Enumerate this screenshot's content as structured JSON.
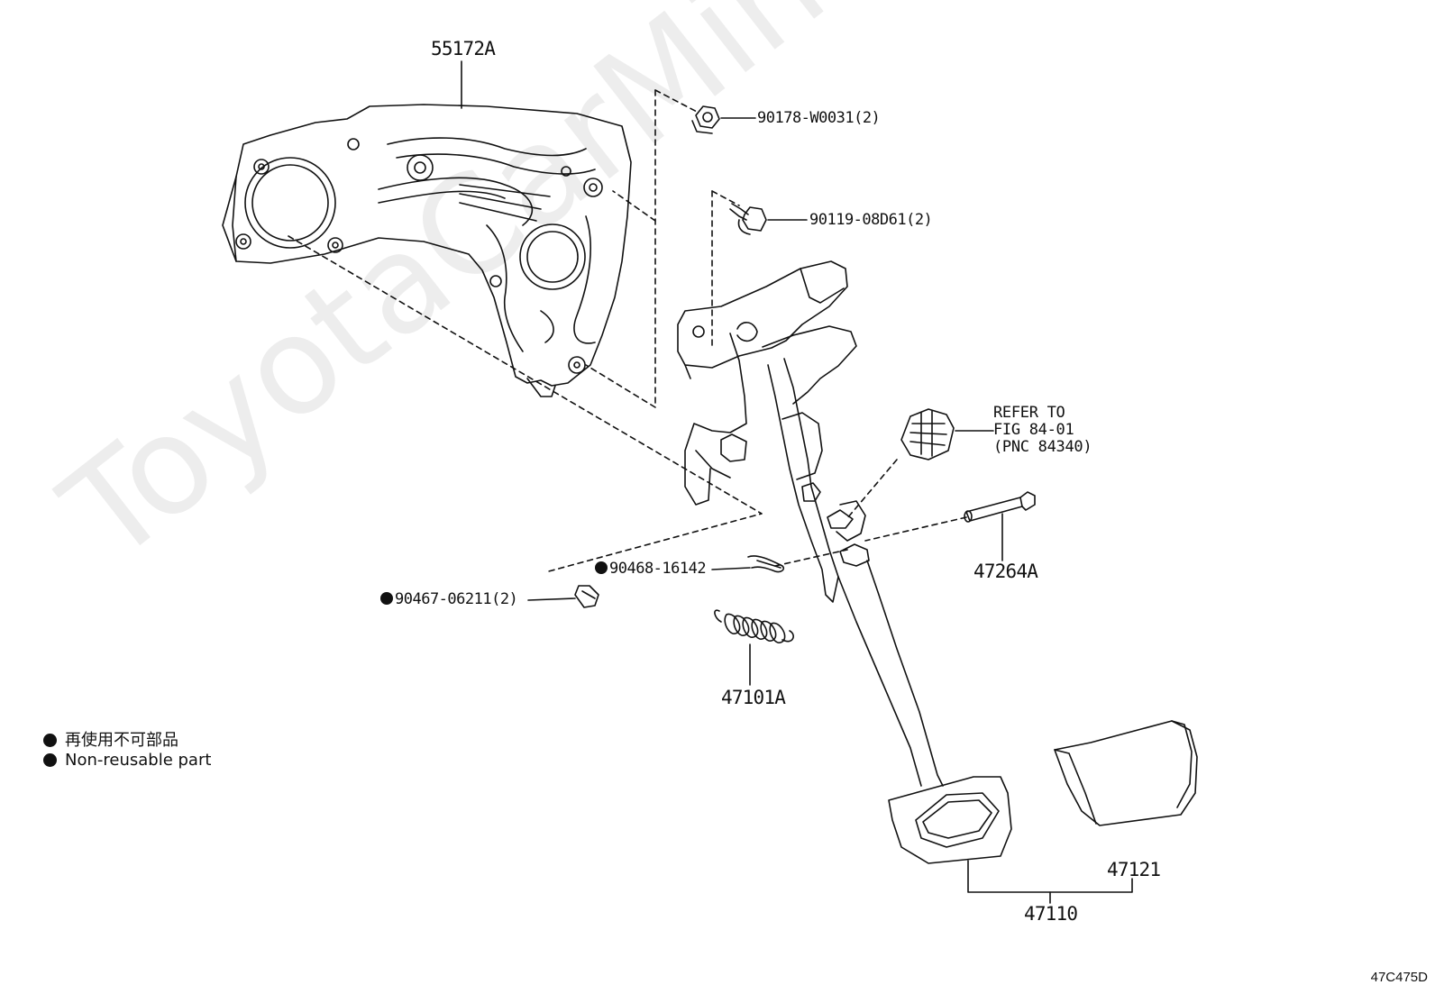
{
  "watermark": "ToyotaCarMine.ru",
  "parts": {
    "bracket": "55172A",
    "nut": "90178-W0031(2)",
    "bolt": "90119-08D61(2)",
    "refer_line1": "REFER TO",
    "refer_line2": "FIG 84-01",
    "refer_line3": "(PNC 84340)",
    "pin": "47264A",
    "clip": "90468-16142",
    "bushing": "90467-06211(2)",
    "spring": "47101A",
    "pedal_assy": "47110",
    "pedal_pad": "47121"
  },
  "legend": {
    "line_jp": "再使用不可部品",
    "line_en": "Non-reusable part"
  },
  "figure_code": "47C475D"
}
